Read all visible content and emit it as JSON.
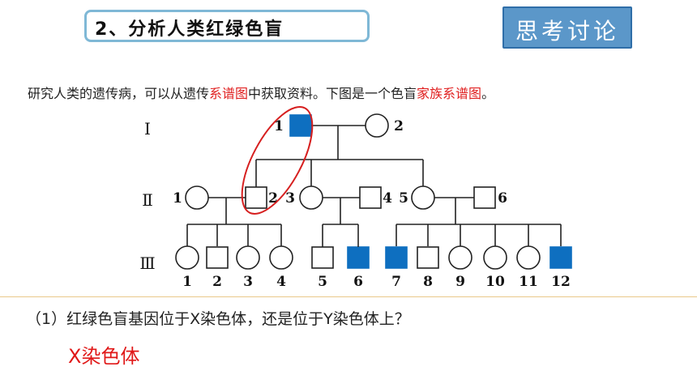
{
  "header": {
    "title": "2、分析人类红绿色盲",
    "discuss_label": "思考讨论"
  },
  "intro": {
    "part1": "研究人类的遗传病，可以从遗传",
    "highlight1": "系谱图",
    "part2": "中获取资料。下图是一个色盲",
    "highlight2": "家族系谱图",
    "part3": "。"
  },
  "pedigree": {
    "generations": [
      "Ⅰ",
      "Ⅱ",
      "Ⅲ"
    ],
    "gen1": [
      {
        "id": "1",
        "sex": "male",
        "affected": true
      },
      {
        "id": "2",
        "sex": "female",
        "affected": false
      }
    ],
    "gen2": [
      {
        "id": "1",
        "sex": "female",
        "affected": false
      },
      {
        "id": "2",
        "sex": "male",
        "affected": false
      },
      {
        "id": "3",
        "sex": "female",
        "affected": false
      },
      {
        "id": "4",
        "sex": "male",
        "affected": false
      },
      {
        "id": "5",
        "sex": "female",
        "affected": false
      },
      {
        "id": "6",
        "sex": "male",
        "affected": false
      }
    ],
    "gen3": [
      {
        "id": "1",
        "sex": "female",
        "affected": false
      },
      {
        "id": "2",
        "sex": "male",
        "affected": false
      },
      {
        "id": "3",
        "sex": "female",
        "affected": false
      },
      {
        "id": "4",
        "sex": "female",
        "affected": false
      },
      {
        "id": "5",
        "sex": "male",
        "affected": false
      },
      {
        "id": "6",
        "sex": "male",
        "affected": true
      },
      {
        "id": "7",
        "sex": "male",
        "affected": true
      },
      {
        "id": "8",
        "sex": "male",
        "affected": false
      },
      {
        "id": "9",
        "sex": "female",
        "affected": false
      },
      {
        "id": "10",
        "sex": "female",
        "affected": false
      },
      {
        "id": "11",
        "sex": "female",
        "affected": false
      },
      {
        "id": "12",
        "sex": "male",
        "affected": true
      }
    ],
    "colors": {
      "affected": "#0e6fc0",
      "line": "#222222",
      "highlight_ellipse": "#d61f1f"
    }
  },
  "question": {
    "text": "（1）红绿色盲基因位于X染色体，还是位于Y染色体上？",
    "answer": "X染色体"
  }
}
